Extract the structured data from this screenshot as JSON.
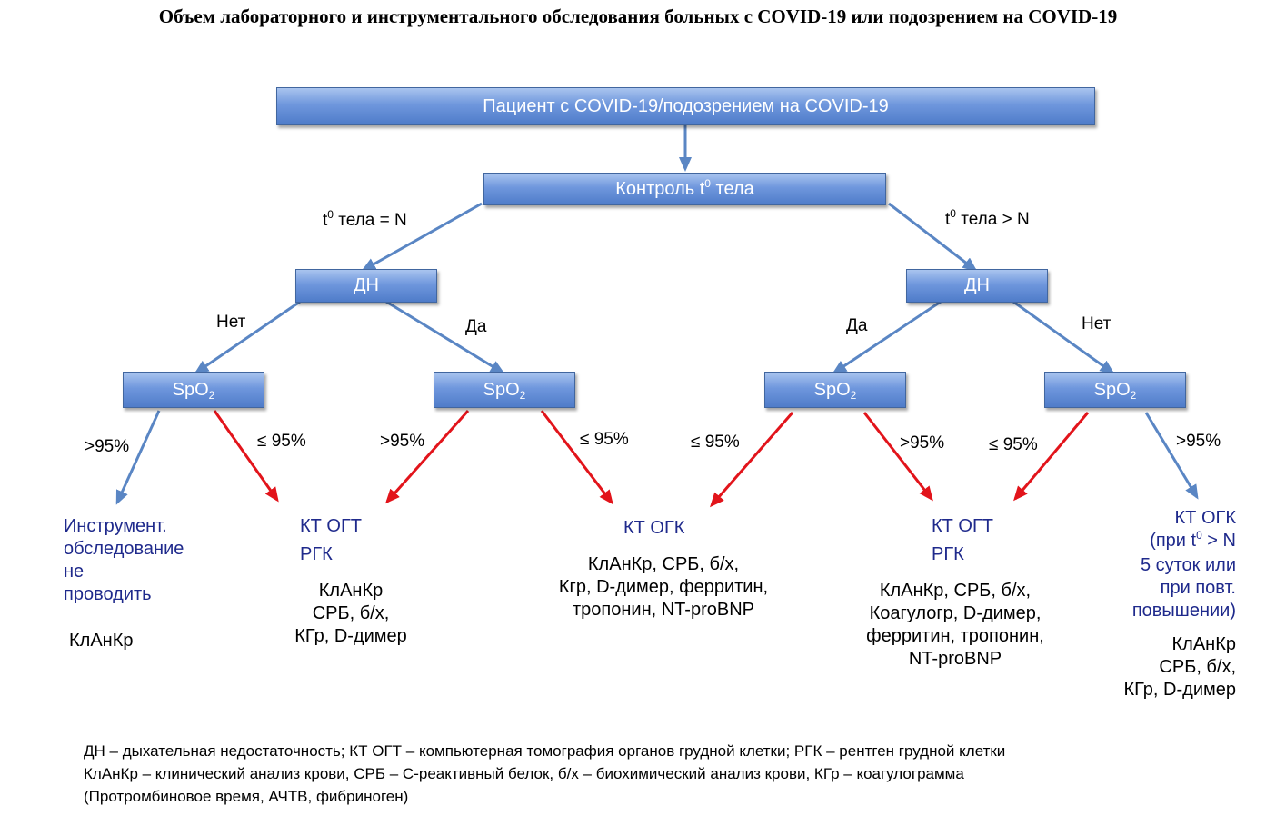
{
  "title": "Объем лабораторного и инструментального обследования больных с COVID-19 или подозрением на COVID-19",
  "nodes": {
    "patient": "Пациент с COVID-19/подозрением на COVID-19",
    "temp_control_prefix": "Контроль t",
    "temp_control_sup": "0",
    "temp_control_suffix": " тела",
    "dn_left": "ДН",
    "dn_right": "ДН",
    "spo2_main": "SpO",
    "spo2_sub": "2"
  },
  "edge_labels": {
    "temp_normal_prefix": "t",
    "temp_normal_sup": "0",
    "temp_normal_suffix": " тела = N",
    "temp_high_prefix": "t",
    "temp_high_sup": "0",
    "temp_high_suffix": " тела > N",
    "no_left": "Нет",
    "yes_left": "Да",
    "yes_right": "Да",
    "no_right": "Нет",
    "gt95": ">95%",
    "le95": "≤ 95%"
  },
  "outcomes": {
    "o1": {
      "lines": [
        "Инструмент.",
        "обследование",
        "не",
        "проводить"
      ],
      "tests": [
        "КлАнКр"
      ]
    },
    "o2": {
      "lines": [
        "КТ ОГТ",
        "РГК"
      ],
      "tests": [
        "КлАнКр",
        "СРБ, б/х,",
        "КГр, D-димер"
      ]
    },
    "o3": {
      "lines": [
        "КТ ОГК"
      ],
      "tests": [
        "КлАнКр, СРБ, б/х,",
        "Кгр, D-димер, ферритин,",
        "тропонин, NT-proBNP"
      ]
    },
    "o4": {
      "lines": [
        "КТ ОГТ",
        "РГК"
      ],
      "tests": [
        "КлАнКр, СРБ, б/х,",
        "Коагулогр, D-димер,",
        "ферритин, тропонин,",
        "NT-proBNP"
      ]
    },
    "o5": {
      "line1": "КТ ОГК",
      "line2_prefix": "(при t",
      "line2_sup": "0",
      "line2_suffix": " > N",
      "line3": "5 суток или",
      "line4": "при повт.",
      "line5": "повышении)",
      "tests": [
        "КлАнКр",
        "СРБ, б/х,",
        "КГр, D-димер"
      ]
    }
  },
  "footnotes": [
    "ДН – дыхательная недостаточность; КТ ОГТ – компьютерная томография органов грудной клетки; РГК – рентген грудной клетки",
    "КлАнКр – клинический анализ крови, СРБ – С-реактивный белок, б/х – биохимический анализ крови, КГр – коагулограмма",
    "(Протромбиновое время, АЧТВ, фибриноген)"
  ],
  "colors": {
    "box_top": "#a9c4ef",
    "box_bottom": "#4f7cc9",
    "blue_arrow": "#5a86c4",
    "red_arrow": "#e2141b",
    "outcome_blue": "#1f2a8c"
  }
}
